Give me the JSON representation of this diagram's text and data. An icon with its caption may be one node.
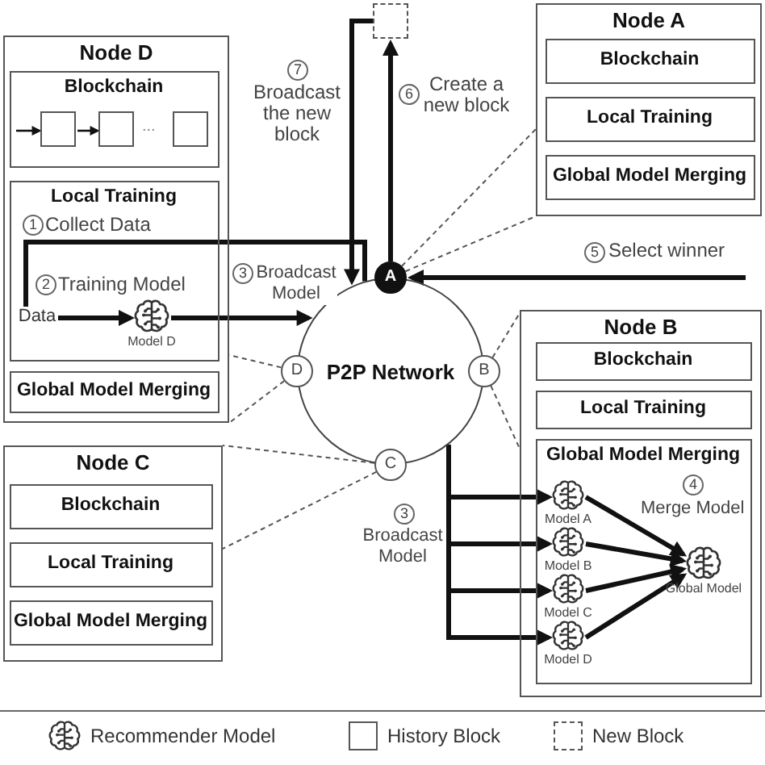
{
  "diagram": {
    "nodes": [
      {
        "text": [],
        "shape": "box"
      },
      {
        "text": [
          "Node D"
        ]
      },
      {
        "text": [
          "Blockchain"
        ],
        "in": 1
      },
      {
        "text": [],
        "shape": "box",
        "in": 2
      },
      {
        "text": [],
        "shape": "box",
        "in": 2
      },
      {
        "text": [],
        "shape": "box",
        "in": 2
      },
      {
        "text": [
          "Local Training"
        ],
        "in": 1
      },
      {
        "text": [
          "Data"
        ],
        "in": 6
      },
      {
        "text": [],
        "shape": "picture",
        "in": 6,
        "beside": [
          "Model D"
        ]
      },
      {
        "text": [
          "Global Model Merging"
        ],
        "in": 1
      },
      {
        "text": [
          "Node A"
        ]
      },
      {
        "text": [
          "Blockchain"
        ],
        "in": 10
      },
      {
        "text": [
          "Local Training"
        ],
        "in": 10
      },
      {
        "text": [
          "Global Model Merging"
        ],
        "in": 10
      },
      {
        "text": [
          "A"
        ]
      },
      {
        "text": [
          "P2P Network"
        ]
      },
      {
        "text": [
          "D"
        ]
      },
      {
        "text": [
          "B"
        ]
      },
      {
        "text": [
          "C"
        ]
      },
      {
        "text": [
          "Node B"
        ]
      },
      {
        "text": [
          "Blockchain"
        ],
        "in": 19
      },
      {
        "text": [
          "Local Training"
        ],
        "in": 19
      },
      {
        "text": [
          "Global Model Merging"
        ],
        "in": 19
      },
      {
        "text": [],
        "shape": "picture",
        "in": 22,
        "beside": [
          "Model A"
        ]
      },
      {
        "text": [],
        "shape": "picture",
        "in": 22,
        "beside": [
          "Model B"
        ]
      },
      {
        "text": [],
        "shape": "picture",
        "in": 22,
        "beside": [
          "Model C"
        ]
      },
      {
        "text": [],
        "shape": "picture",
        "in": 22,
        "beside": [
          "Model D"
        ]
      },
      {
        "text": [],
        "shape": "picture",
        "in": 22,
        "beside": [
          "Global Model"
        ]
      },
      {
        "text": [
          "Node C"
        ]
      },
      {
        "text": [
          "Blockchain"
        ],
        "in": 28
      },
      {
        "text": [
          "Local Training"
        ],
        "in": 28
      },
      {
        "text": [
          "Global Model Merging"
        ],
        "in": 28
      }
    ],
    "edges": [
      {
        "from": null,
        "to": 3,
        "arrow": "to"
      },
      {
        "from": 3,
        "to": 4,
        "arrow": "to"
      },
      {
        "from": 15,
        "to": 7,
        "arrow": "none",
        "label": "Collect Data"
      },
      {
        "from": 7,
        "to": 8,
        "arrow": "to",
        "label": "Training Model"
      },
      {
        "from": 8,
        "to": 15,
        "arrow": "to",
        "label": "Broadcast Model"
      },
      {
        "from": 0,
        "to": 15,
        "arrow": "to",
        "label": "Broadcast the new block"
      },
      {
        "from": 14,
        "to": 0,
        "arrow": "to",
        "label": "Create a new block"
      },
      {
        "from": null,
        "to": 14,
        "arrow": "to",
        "label": "Select winner"
      },
      {
        "from": 15,
        "to": 23,
        "arrow": "to"
      },
      {
        "from": 15,
        "to": 24,
        "arrow": "to",
        "label": "Broadcast Model"
      },
      {
        "from": 15,
        "to": 25,
        "arrow": "to"
      },
      {
        "from": 15,
        "to": 26,
        "arrow": "to"
      },
      {
        "from": 23,
        "to": 27,
        "arrow": "to",
        "label": "Merge Model"
      },
      {
        "from": 24,
        "to": 27,
        "arrow": "to"
      },
      {
        "from": 25,
        "to": 27,
        "arrow": "to"
      },
      {
        "from": 26,
        "to": 27,
        "arrow": "to"
      },
      {
        "from": 14,
        "to": 10,
        "arrow": "none",
        "style": "dashed"
      },
      {
        "from": 14,
        "to": 10,
        "arrow": "none",
        "style": "dashed"
      },
      {
        "from": 17,
        "to": 19,
        "arrow": "none",
        "style": "dashed"
      },
      {
        "from": 17,
        "to": 19,
        "arrow": "none",
        "style": "dashed"
      },
      {
        "from": 18,
        "to": 28,
        "arrow": "none",
        "style": "dashed"
      },
      {
        "from": 18,
        "to": 28,
        "arrow": "none",
        "style": "dashed"
      },
      {
        "from": 16,
        "to": 1,
        "arrow": "none",
        "style": "dashed"
      },
      {
        "from": 16,
        "to": 1,
        "arrow": "none",
        "style": "dashed"
      }
    ],
    "labels": [
      "7",
      "6",
      "...",
      "1",
      "5",
      "3",
      "2",
      "4",
      "3"
    ],
    "legend": [
      {
        "text": "Recommender Model"
      },
      {
        "text": "History Block"
      },
      {
        "text": "New Block"
      }
    ]
  }
}
